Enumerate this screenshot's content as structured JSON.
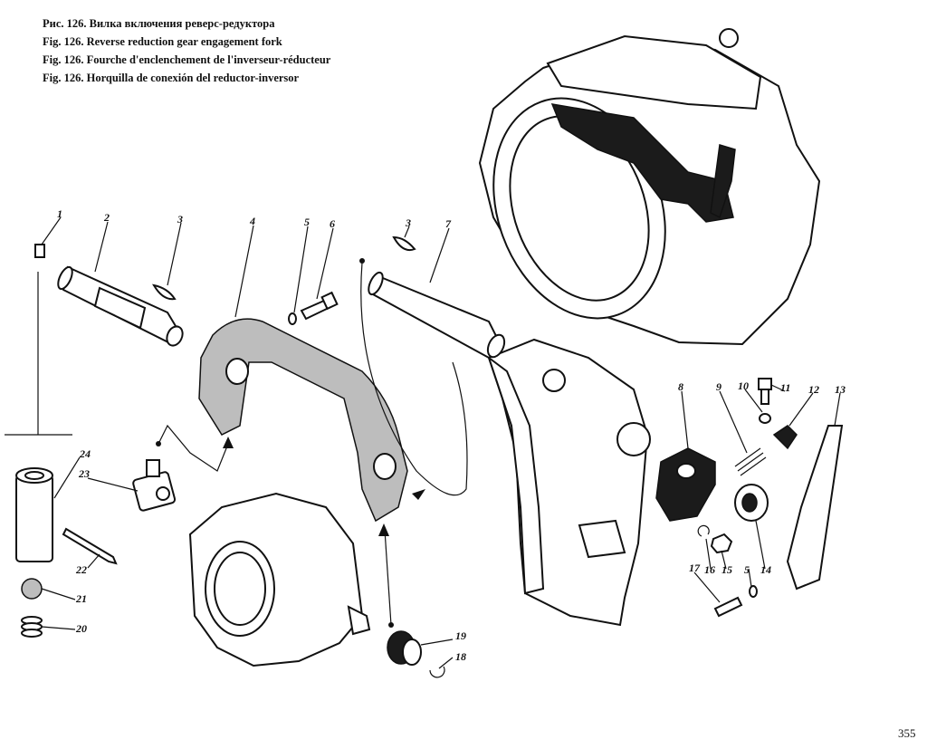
{
  "captions": [
    "Рис. 126. Вилка включения реверс-редуктора",
    "Fig. 126. Reverse reduction gear engagement fork",
    "Fig. 126. Fourche d'enclenchement de l'inverseur-réducteur",
    "Fig. 126. Horquilla de conexión del reductor-inversor"
  ],
  "page_number": "355",
  "callouts": [
    "1",
    "2",
    "3",
    "4",
    "5",
    "6",
    "3",
    "7",
    "8",
    "9",
    "10",
    "11",
    "12",
    "13",
    "24",
    "23",
    "22",
    "21",
    "20",
    "17",
    "16",
    "15",
    "5",
    "14",
    "19",
    "18"
  ]
}
